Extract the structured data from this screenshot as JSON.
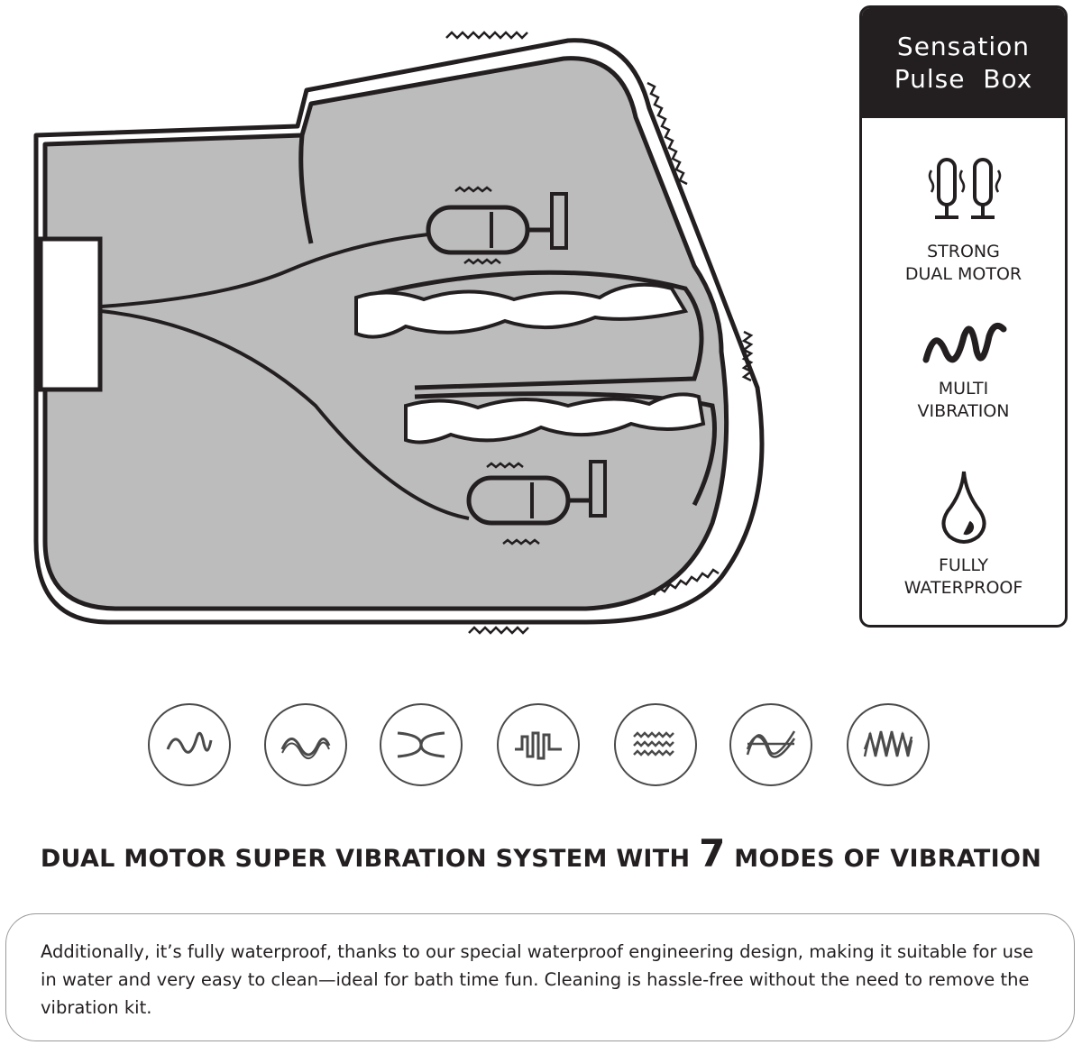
{
  "panel": {
    "title_line1": "Sensation",
    "title_line2": "Pulse  Box",
    "features": [
      {
        "icon": "dual-motor-icon",
        "line1": "STRONG",
        "line2": "DUAL MOTOR"
      },
      {
        "icon": "vibration-wave-icon",
        "line1": "MULTI",
        "line2": "VIBRATION"
      },
      {
        "icon": "water-drop-icon",
        "line1": "FULLY",
        "line2": "WATERPROOF"
      }
    ]
  },
  "modes": [
    {
      "icon": "mode-1-icon"
    },
    {
      "icon": "mode-2-icon"
    },
    {
      "icon": "mode-3-icon"
    },
    {
      "icon": "mode-4-icon"
    },
    {
      "icon": "mode-5-icon"
    },
    {
      "icon": "mode-6-icon"
    },
    {
      "icon": "mode-7-icon"
    }
  ],
  "headline": {
    "before": "DUAL MOTOR SUPER VIBRATION SYSTEM WITH ",
    "number": "7",
    "after": " MODES OF VIBRATION"
  },
  "description": "Additionally, it’s fully waterproof, thanks to our special waterproof engineering design, making it suitable for use in water and very easy to clean—ideal for bath time fun. Cleaning is hassle-free without the need to remove the vibration kit.",
  "colors": {
    "ink": "#231f20",
    "body_gray": "#bcbcbc",
    "panel_header": "#231f20"
  }
}
